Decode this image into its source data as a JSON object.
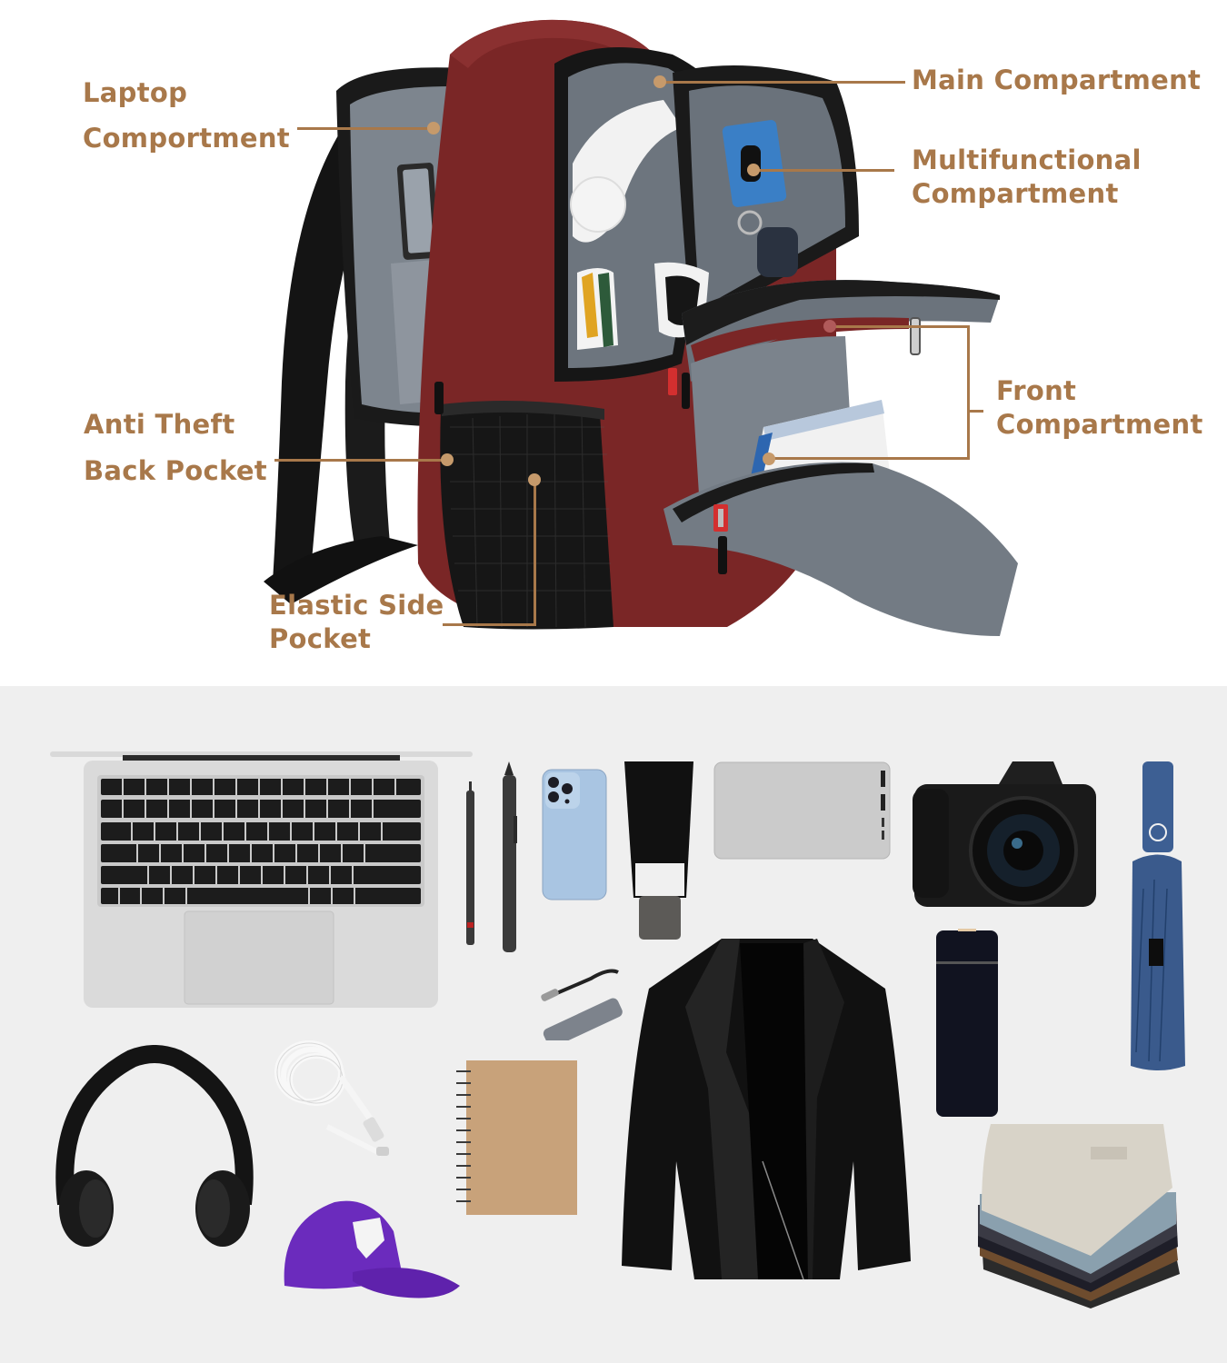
{
  "colors": {
    "label_text": "#a8784a",
    "leader_line": "#a8784a",
    "leader_dot": "#c69a6b",
    "backpack_body": "#7a2626",
    "backpack_lining": "#6f7780",
    "top_background": "#ffffff",
    "bottom_background": "#efefef"
  },
  "backpack_diagram": {
    "product": "backpack (burgundy, open compartments)",
    "callouts": [
      {
        "id": "laptop",
        "line1": "Laptop",
        "line2": "Comportment"
      },
      {
        "id": "main",
        "line1": "Main Compartment",
        "line2": ""
      },
      {
        "id": "multifunctional",
        "line1": "Multifunctional",
        "line2": "Compartment"
      },
      {
        "id": "front",
        "line1": "Front",
        "line2": "Compartment"
      },
      {
        "id": "anti-theft",
        "line1": "Anti Theft",
        "line2": "Back Pocket"
      },
      {
        "id": "elastic-side",
        "line1": "Elastic Side",
        "line2": "Pocket"
      }
    ]
  },
  "capacity_items": [
    "laptop",
    "mechanical pencil",
    "stylus pen",
    "smartphone",
    "cosmetic tube",
    "power bank",
    "dslr camera",
    "folding umbrella",
    "usb-c hub",
    "thermos bottle",
    "leather jacket",
    "headphones",
    "usb charging cable",
    "spiral notebook",
    "baseball cap",
    "folded trousers stack"
  ]
}
